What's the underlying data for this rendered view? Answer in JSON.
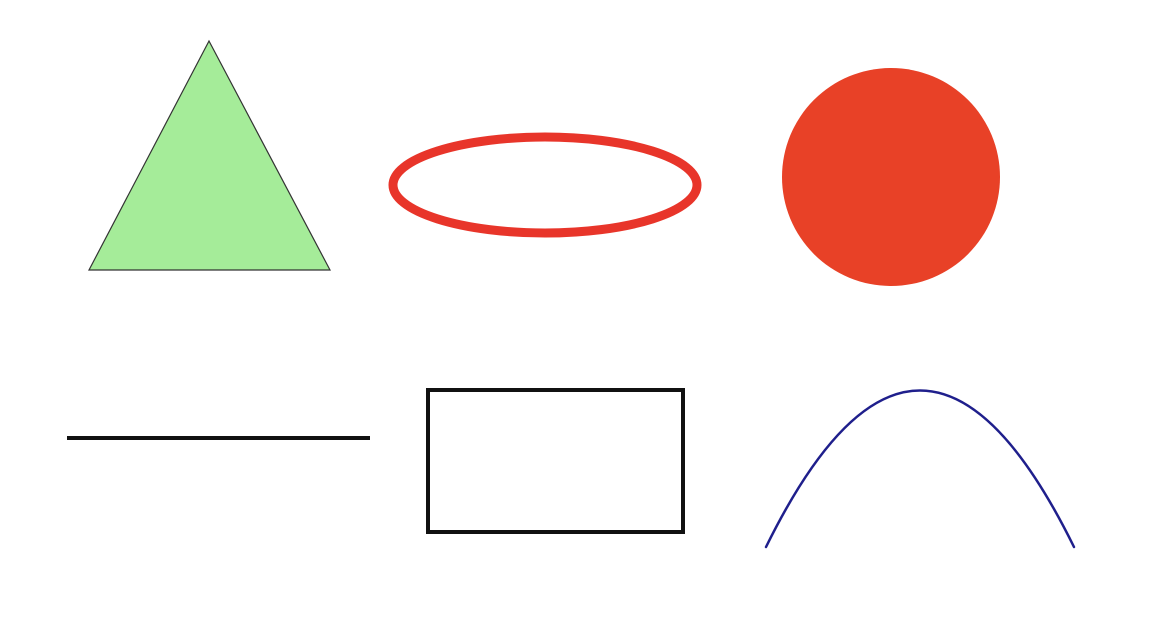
{
  "canvas": {
    "background": "#ffffff"
  },
  "shapes": [
    {
      "kind": "triangle",
      "fill": "#a5ec99",
      "stroke": "#333333"
    },
    {
      "kind": "ellipse-outline",
      "fill": "none",
      "stroke": "#e8352a"
    },
    {
      "kind": "circle",
      "fill": "#e84127",
      "stroke": "none"
    },
    {
      "kind": "line",
      "stroke": "#111111"
    },
    {
      "kind": "rectangle-outline",
      "fill": "none",
      "stroke": "#111111"
    },
    {
      "kind": "curve",
      "fill": "none",
      "stroke": "#1f1f8c"
    }
  ]
}
